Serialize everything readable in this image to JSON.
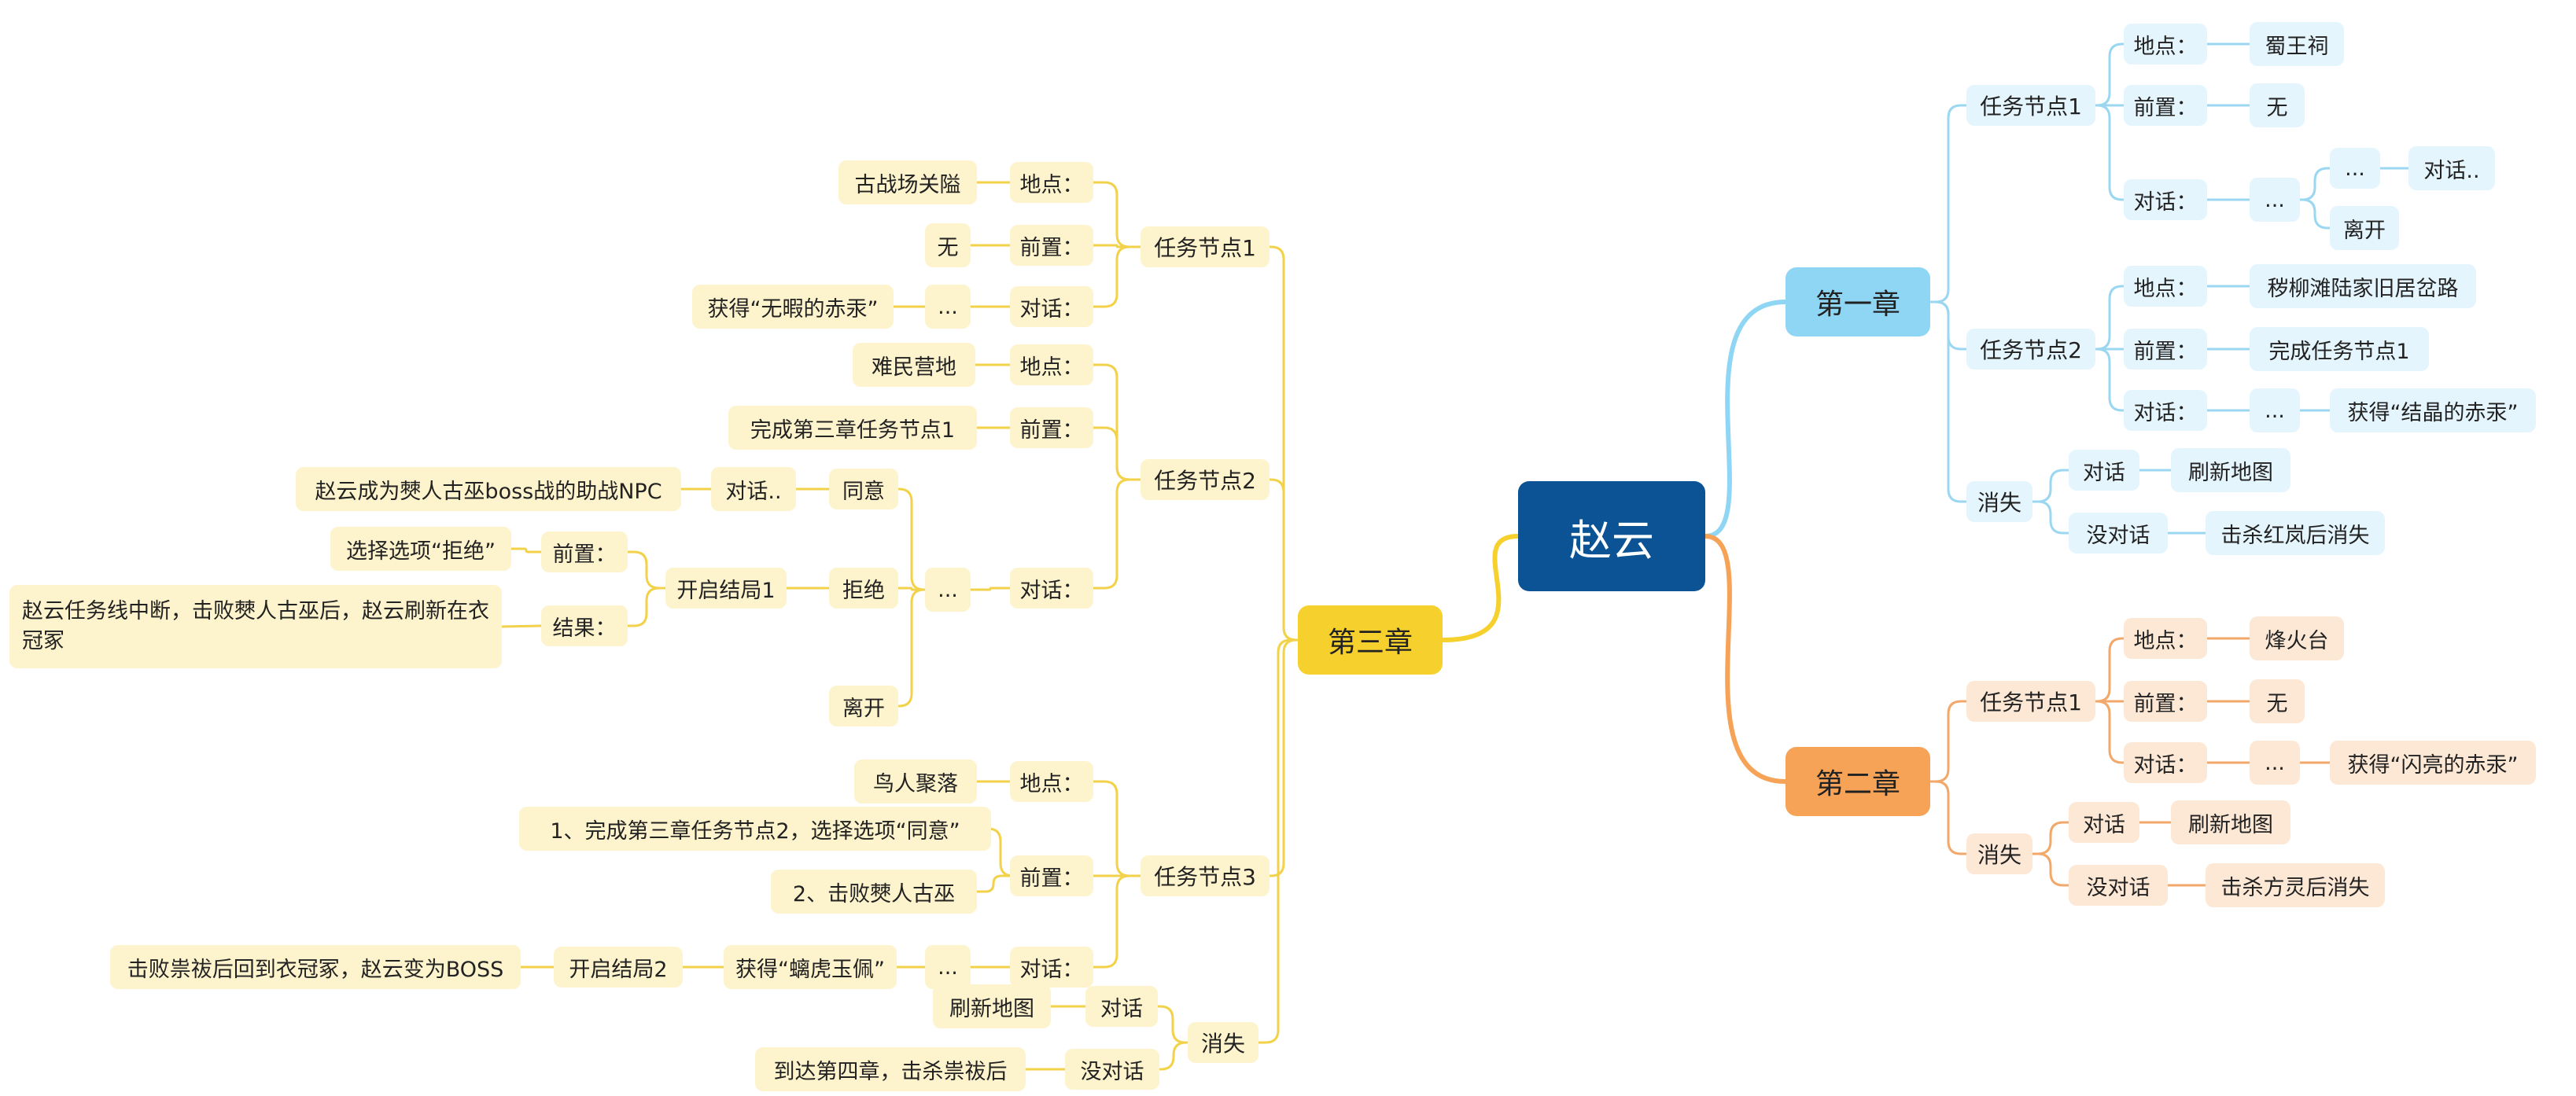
{
  "colors": {
    "root_bg": "#0b5394",
    "ch1_main": "#8fd6f4",
    "ch1_light": "#e5f5fd",
    "ch1_line": "#9bd7f0",
    "ch2_main": "#f6a257",
    "ch2_light": "#fde8d6",
    "ch2_line": "#f2a86a",
    "ch3_main": "#f6d12e",
    "ch3_light": "#fdf3cc",
    "ch3_line": "#f2d24a"
  },
  "root": {
    "id": "root",
    "text": "赵云"
  },
  "chapters": [
    {
      "id": "ch1",
      "text": "第一章"
    },
    {
      "id": "ch2",
      "text": "第二章"
    },
    {
      "id": "ch3",
      "text": "第三章"
    }
  ],
  "nodes": [
    {
      "id": "c1t1",
      "text": "任务节点1"
    },
    {
      "id": "c1t1loc",
      "text": "地点："
    },
    {
      "id": "c1t1locv",
      "text": "蜀王祠"
    },
    {
      "id": "c1t1pre",
      "text": "前置："
    },
    {
      "id": "c1t1prev",
      "text": "无"
    },
    {
      "id": "c1t1dlg",
      "text": "对话："
    },
    {
      "id": "c1t1dots",
      "text": "..."
    },
    {
      "id": "c1t1dots2",
      "text": "..."
    },
    {
      "id": "c1t1dlg2",
      "text": "对话.."
    },
    {
      "id": "c1t1leave",
      "text": "离开"
    },
    {
      "id": "c1t2",
      "text": "任务节点2"
    },
    {
      "id": "c1t2loc",
      "text": "地点："
    },
    {
      "id": "c1t2locv",
      "text": "秽柳滩陆家旧居岔路"
    },
    {
      "id": "c1t2pre",
      "text": "前置："
    },
    {
      "id": "c1t2prev",
      "text": "完成任务节点1"
    },
    {
      "id": "c1t2dlg",
      "text": "对话："
    },
    {
      "id": "c1t2dots",
      "text": "..."
    },
    {
      "id": "c1t2get",
      "text": "获得“结晶的赤汞”"
    },
    {
      "id": "c1dis",
      "text": "消失"
    },
    {
      "id": "c1talk",
      "text": "对话"
    },
    {
      "id": "c1refresh",
      "text": "刷新地图"
    },
    {
      "id": "c1notalk",
      "text": "没对话"
    },
    {
      "id": "c1kill",
      "text": "击杀红岚后消失"
    },
    {
      "id": "c2t1",
      "text": "任务节点1"
    },
    {
      "id": "c2t1loc",
      "text": "地点："
    },
    {
      "id": "c2t1locv",
      "text": "烽火台"
    },
    {
      "id": "c2t1pre",
      "text": "前置："
    },
    {
      "id": "c2t1prev",
      "text": "无"
    },
    {
      "id": "c2t1dlg",
      "text": "对话："
    },
    {
      "id": "c2t1dots",
      "text": "..."
    },
    {
      "id": "c2t1get",
      "text": "获得“闪亮的赤汞”"
    },
    {
      "id": "c2dis",
      "text": "消失"
    },
    {
      "id": "c2talk",
      "text": "对话"
    },
    {
      "id": "c2refresh",
      "text": "刷新地图"
    },
    {
      "id": "c2notalk",
      "text": "没对话"
    },
    {
      "id": "c2kill",
      "text": "击杀方灵后消失"
    },
    {
      "id": "c3t1",
      "text": "任务节点1"
    },
    {
      "id": "c3t1loc",
      "text": "地点："
    },
    {
      "id": "c3t1locv",
      "text": "古战场关隘"
    },
    {
      "id": "c3t1pre",
      "text": "前置："
    },
    {
      "id": "c3t1prev",
      "text": "无"
    },
    {
      "id": "c3t1dlg",
      "text": "对话："
    },
    {
      "id": "c3t1dots",
      "text": "..."
    },
    {
      "id": "c3t1get",
      "text": "获得“无暇的赤汞”"
    },
    {
      "id": "c3t2",
      "text": "任务节点2"
    },
    {
      "id": "c3t2loc",
      "text": "地点："
    },
    {
      "id": "c3t2locv",
      "text": "难民营地"
    },
    {
      "id": "c3t2pre",
      "text": "前置："
    },
    {
      "id": "c3t2prev",
      "text": "完成第三章任务节点1"
    },
    {
      "id": "c3t2dlg",
      "text": "对话："
    },
    {
      "id": "c3t2dots",
      "text": "..."
    },
    {
      "id": "c3agree",
      "text": "同意"
    },
    {
      "id": "c3agreedlg",
      "text": "对话.."
    },
    {
      "id": "c3agreeres",
      "text": "赵云成为僰人古巫boss战的助战NPC"
    },
    {
      "id": "c3reject",
      "text": "拒绝"
    },
    {
      "id": "c3end1",
      "text": "开启结局1"
    },
    {
      "id": "c3end1pre",
      "text": "前置："
    },
    {
      "id": "c3end1prev",
      "text": "选择选项“拒绝”"
    },
    {
      "id": "c3end1res",
      "text": "结果："
    },
    {
      "id": "c3end1resv",
      "text": "赵云任务线中断，击败僰人古巫后，赵云刷新在衣冠冢"
    },
    {
      "id": "c3leave",
      "text": "离开"
    },
    {
      "id": "c3t3",
      "text": "任务节点3"
    },
    {
      "id": "c3t3loc",
      "text": "地点："
    },
    {
      "id": "c3t3locv",
      "text": "鸟人聚落"
    },
    {
      "id": "c3t3pre",
      "text": "前置："
    },
    {
      "id": "c3t3prev1",
      "text": "1、完成第三章任务节点2，选择选项“同意”"
    },
    {
      "id": "c3t3prev2",
      "text": "2、击败僰人古巫"
    },
    {
      "id": "c3t3dlg",
      "text": "对话："
    },
    {
      "id": "c3t3dots",
      "text": "..."
    },
    {
      "id": "c3t3get",
      "text": "获得“螭虎玉佩”"
    },
    {
      "id": "c3end2",
      "text": "开启结局2"
    },
    {
      "id": "c3end2res",
      "text": "击败祟祓后回到衣冠冢，赵云变为BOSS"
    },
    {
      "id": "c3dis",
      "text": "消失"
    },
    {
      "id": "c3talk",
      "text": "对话"
    },
    {
      "id": "c3refresh",
      "text": "刷新地图"
    },
    {
      "id": "c3notalk",
      "text": "没对话"
    },
    {
      "id": "c3notalkres",
      "text": "到达第四章，击杀祟祓后"
    }
  ]
}
